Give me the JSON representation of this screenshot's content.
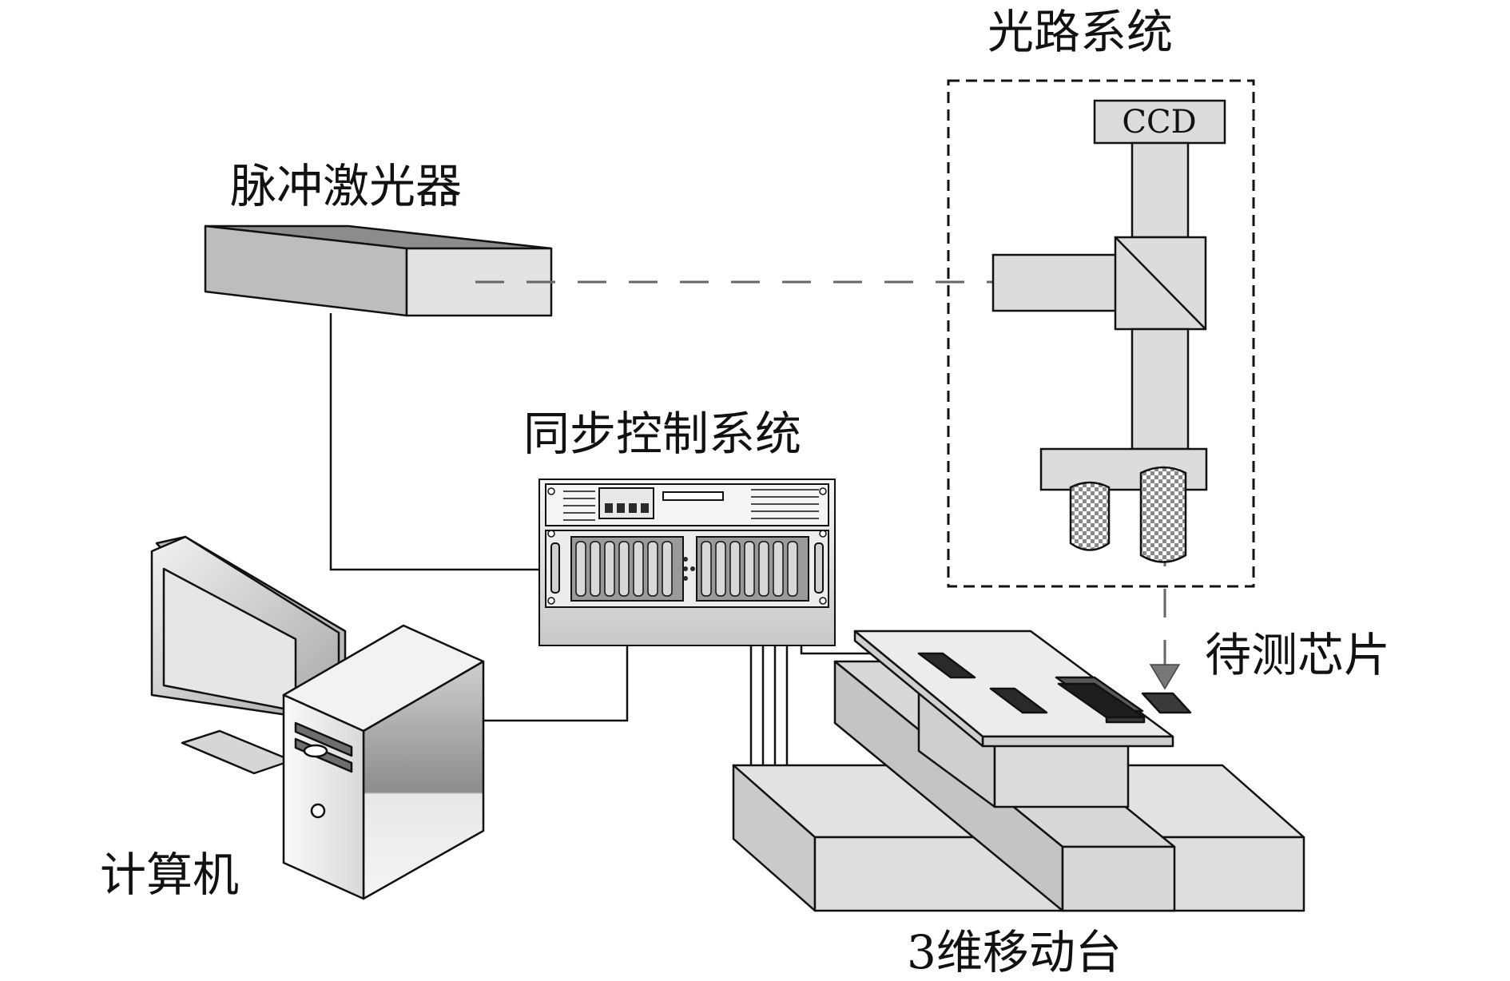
{
  "labels": {
    "optical_system": "光路系统",
    "ccd": "CCD",
    "pulse_laser": "脉冲激光器",
    "sync_control": "同步控制系统",
    "chip_under_test": "待测芯片",
    "computer": "计算机",
    "stage_3d": "3维移动台"
  },
  "colors": {
    "stroke": "#111111",
    "light_fill": "#dcdcdc",
    "mid_fill": "#bdbdbd",
    "dark_fill": "#9a9a9a",
    "chip_fill": "#2a2a2a",
    "beam": "#666666"
  }
}
